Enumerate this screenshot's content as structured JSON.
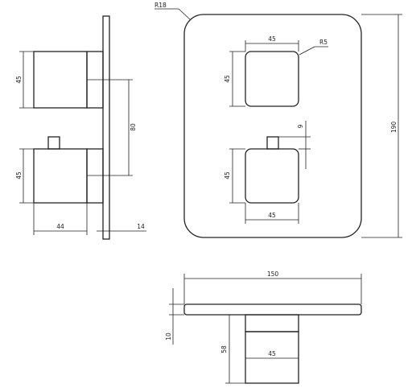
{
  "drawing_title": "Thermostatic concealed shower mixer - technical drawing (mm)",
  "side_view": {
    "upper_knob_height": "45",
    "lower_knob_height": "45",
    "axis_distance": "80",
    "knob_depth": "44",
    "plate_thickness": "14"
  },
  "front_view": {
    "corner_radius": "R18",
    "overall_height": "190",
    "upper_knob_width": "45",
    "upper_knob_height": "45",
    "knob_corner_radius": "R5",
    "lower_knob_width": "45",
    "lower_knob_height": "45",
    "lever_projection": "9"
  },
  "top_view": {
    "overall_width": "150",
    "plate_thickness": "10",
    "knob_projection": "58",
    "knob_width": "45"
  }
}
